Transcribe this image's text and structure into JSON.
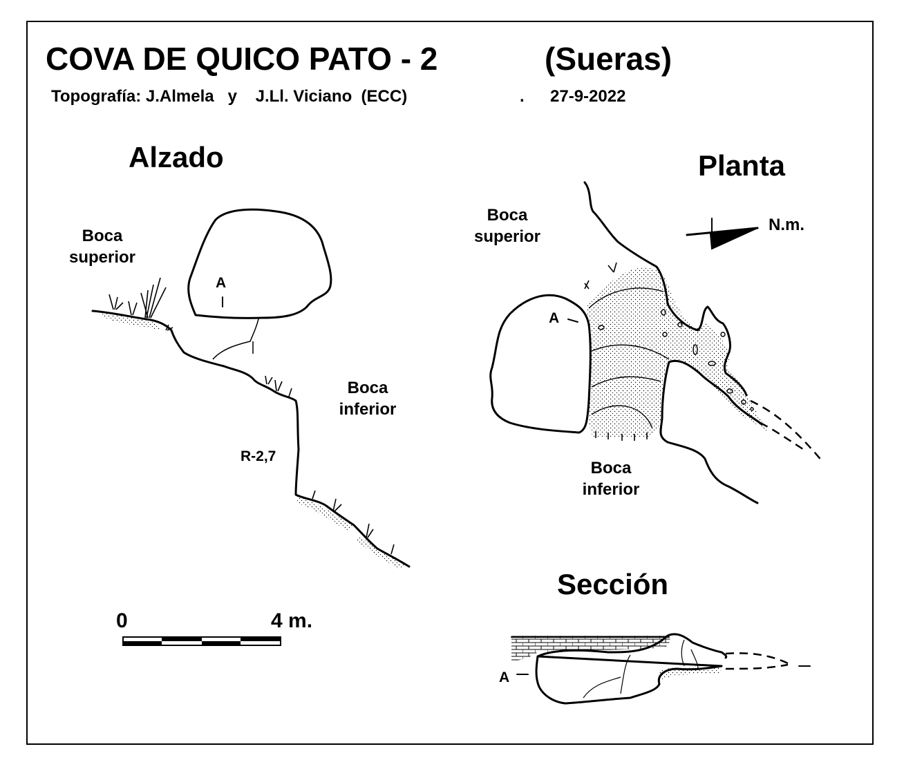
{
  "title": {
    "name": "COVA DE QUICO PATO - 2",
    "place": "(Sueras)"
  },
  "credits": {
    "authors": "Topografía: J.Almela   y    J.Ll. Viciano  (ECC)",
    "dot": ".",
    "date": "27-9-2022"
  },
  "alzado": {
    "heading": "Alzado",
    "upper_mouth": [
      "Boca",
      "superior"
    ],
    "lower_mouth": [
      "Boca",
      "inferior"
    ],
    "point": "A",
    "drop": "R-2,7"
  },
  "planta": {
    "heading": "Planta",
    "upper_mouth": [
      "Boca",
      "superior"
    ],
    "lower_mouth": [
      "Boca",
      "inferior"
    ],
    "point": "A",
    "north": "N.m."
  },
  "seccion": {
    "heading": "Sección",
    "point": "A"
  },
  "scale": {
    "start": "0",
    "end": "4 m."
  }
}
